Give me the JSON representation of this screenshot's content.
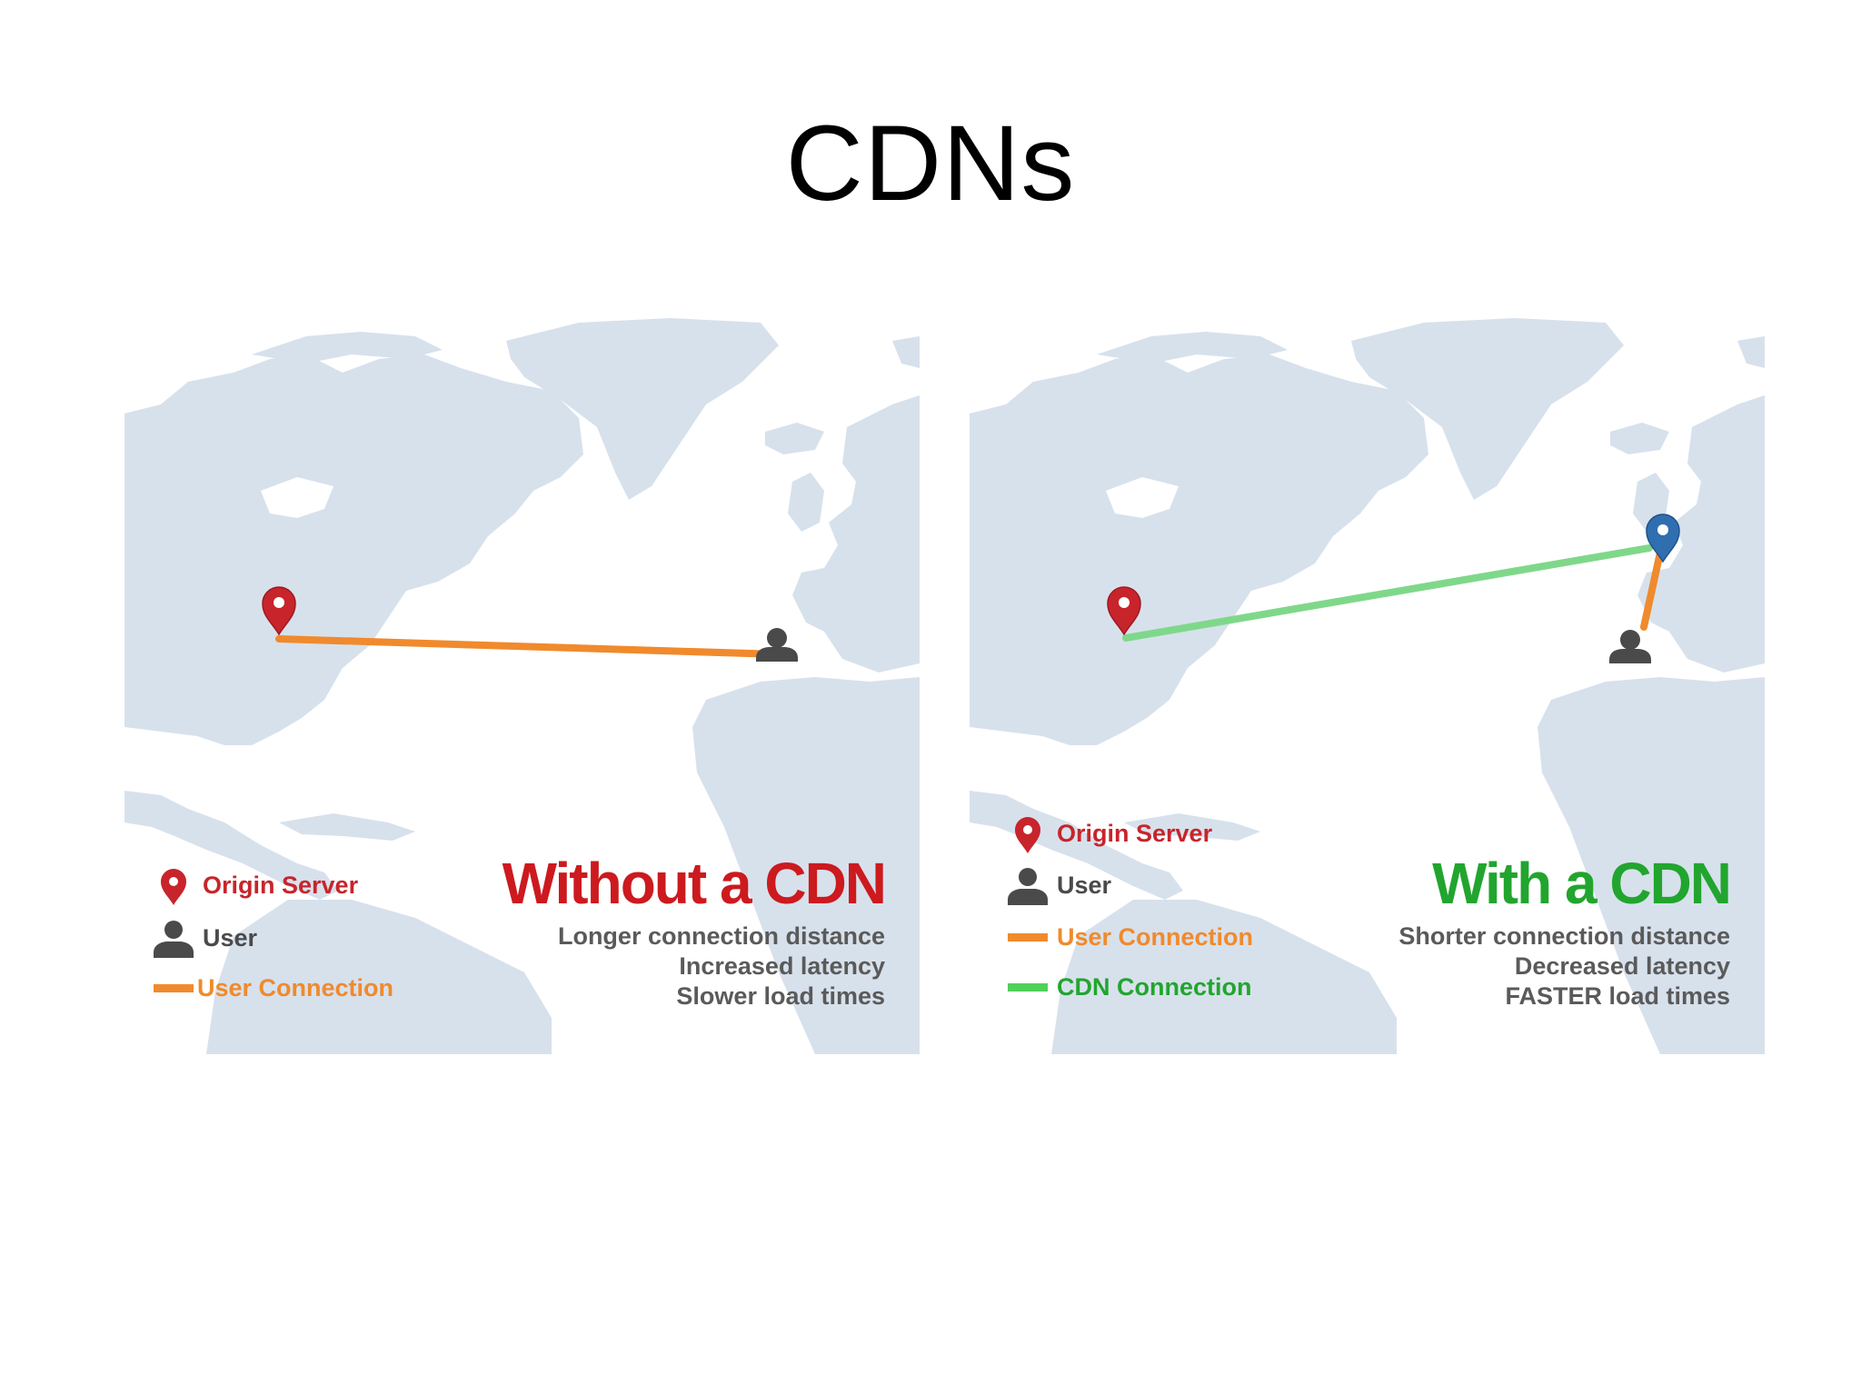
{
  "title": "CDNs",
  "colors": {
    "land": "#d7e1ec",
    "ocean": "#ffffff",
    "origin_red": "#c8242b",
    "user_gray": "#4a4a4a",
    "user_connection": "#f08a2c",
    "cdn_connection": "#7fd88a",
    "cdn_edge_blue": "#2f6fb0",
    "without_red": "#cc1a1f",
    "with_green": "#22a52e",
    "note_gray": "#5a5a5a"
  },
  "panels": {
    "without": {
      "headline": "Without a CDN",
      "notes": [
        "Longer connection distance",
        "Increased latency",
        "Slower load times"
      ],
      "legend": [
        {
          "icon": "origin-pin-icon",
          "label": "Origin Server"
        },
        {
          "icon": "user-icon",
          "label": "User"
        },
        {
          "icon": "orange-line-icon",
          "label": "User Connection"
        }
      ]
    },
    "with": {
      "headline": "With a CDN",
      "notes": [
        "Shorter connection distance",
        "Decreased latency",
        "FASTER load times"
      ],
      "legend": [
        {
          "icon": "origin-pin-icon",
          "label": "Origin Server"
        },
        {
          "icon": "user-icon",
          "label": "User"
        },
        {
          "icon": "orange-line-icon",
          "label": "User Connection"
        },
        {
          "icon": "green-line-icon",
          "label": "CDN Connection"
        }
      ]
    }
  }
}
